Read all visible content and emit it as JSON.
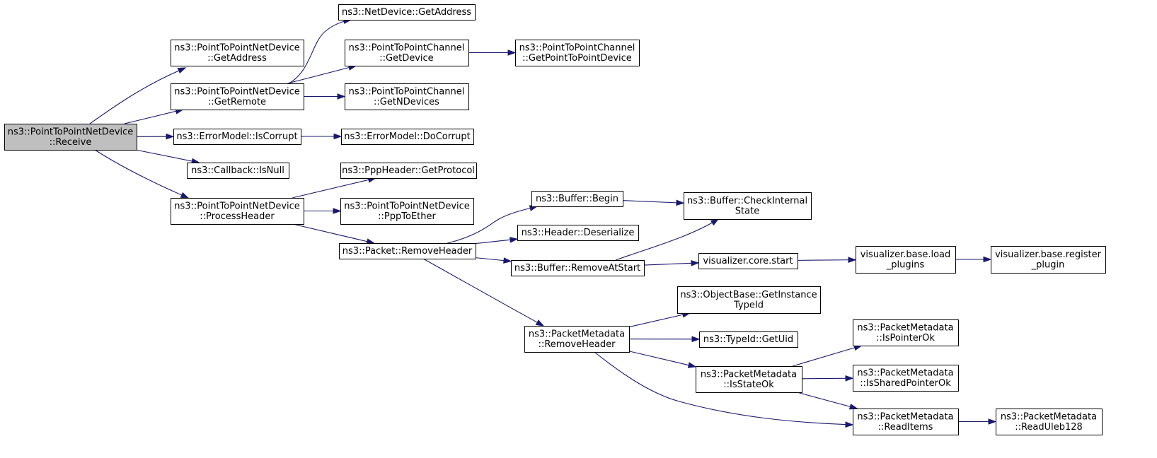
{
  "diagram": {
    "title": "",
    "colors": {
      "edge": "#191970",
      "root_fill": "#bfbfbf",
      "node_fill": "#ffffff",
      "node_border": "#000000"
    },
    "nodes": [
      {
        "id": "receive",
        "lines": [
          "ns3::PointToPointNetDevice",
          "::Receive"
        ],
        "root": true
      },
      {
        "id": "p2p_getaddress",
        "lines": [
          "ns3::PointToPointNetDevice",
          "::GetAddress"
        ]
      },
      {
        "id": "p2p_getremote",
        "lines": [
          "ns3::PointToPointNetDevice",
          "::GetRemote"
        ]
      },
      {
        "id": "err_iscorrupt",
        "lines": [
          "ns3::ErrorModel::IsCorrupt"
        ]
      },
      {
        "id": "cb_isnull",
        "lines": [
          "ns3::Callback::IsNull"
        ]
      },
      {
        "id": "p2p_processheader",
        "lines": [
          "ns3::PointToPointNetDevice",
          "::ProcessHeader"
        ]
      },
      {
        "id": "netdev_getaddress",
        "lines": [
          "ns3::NetDevice::GetAddress"
        ]
      },
      {
        "id": "chan_getdevice",
        "lines": [
          "ns3::PointToPointChannel",
          "::GetDevice"
        ]
      },
      {
        "id": "chan_getndevices",
        "lines": [
          "ns3::PointToPointChannel",
          "::GetNDevices"
        ]
      },
      {
        "id": "chan_getp2pdevice",
        "lines": [
          "ns3::PointToPointChannel",
          "::GetPointToPointDevice"
        ]
      },
      {
        "id": "err_docorrupt",
        "lines": [
          "ns3::ErrorModel::DoCorrupt"
        ]
      },
      {
        "id": "ppp_getprotocol",
        "lines": [
          "ns3::PppHeader::GetProtocol"
        ]
      },
      {
        "id": "p2p_ppptoether",
        "lines": [
          "ns3::PointToPointNetDevice",
          "::PppToEther"
        ]
      },
      {
        "id": "pkt_removeheader",
        "lines": [
          "ns3::Packet::RemoveHeader"
        ]
      },
      {
        "id": "buf_begin",
        "lines": [
          "ns3::Buffer::Begin"
        ]
      },
      {
        "id": "hdr_deserialize",
        "lines": [
          "ns3::Header::Deserialize"
        ]
      },
      {
        "id": "buf_removeatstart",
        "lines": [
          "ns3::Buffer::RemoveAtStart"
        ]
      },
      {
        "id": "buf_checkinternal",
        "lines": [
          "ns3::Buffer::CheckInternal",
          "State"
        ]
      },
      {
        "id": "viz_core_start",
        "lines": [
          "visualizer.core.start"
        ]
      },
      {
        "id": "viz_base_load",
        "lines": [
          "visualizer.base.load",
          "_plugins"
        ]
      },
      {
        "id": "viz_base_register",
        "lines": [
          "visualizer.base.register",
          "_plugin"
        ]
      },
      {
        "id": "pm_removeheader",
        "lines": [
          "ns3::PacketMetadata",
          "::RemoveHeader"
        ]
      },
      {
        "id": "ob_getinstancetypeid",
        "lines": [
          "ns3::ObjectBase::GetInstance",
          "TypeId"
        ]
      },
      {
        "id": "typeid_getuid",
        "lines": [
          "ns3::TypeId::GetUid"
        ]
      },
      {
        "id": "pm_isstateok",
        "lines": [
          "ns3::PacketMetadata",
          "::IsStateOk"
        ]
      },
      {
        "id": "pm_ispointerok",
        "lines": [
          "ns3::PacketMetadata",
          "::IsPointerOk"
        ]
      },
      {
        "id": "pm_issharedpointerok",
        "lines": [
          "ns3::PacketMetadata",
          "::IsSharedPointerOk"
        ]
      },
      {
        "id": "pm_readitems",
        "lines": [
          "ns3::PacketMetadata",
          "::ReadItems"
        ]
      },
      {
        "id": "pm_readuleb128",
        "lines": [
          "ns3::PacketMetadata",
          "::ReadUleb128"
        ]
      }
    ],
    "edges": [
      [
        "receive",
        "p2p_getaddress"
      ],
      [
        "receive",
        "p2p_getremote"
      ],
      [
        "receive",
        "err_iscorrupt"
      ],
      [
        "receive",
        "cb_isnull"
      ],
      [
        "receive",
        "p2p_processheader"
      ],
      [
        "p2p_getremote",
        "netdev_getaddress"
      ],
      [
        "p2p_getremote",
        "chan_getdevice"
      ],
      [
        "p2p_getremote",
        "chan_getndevices"
      ],
      [
        "chan_getdevice",
        "chan_getp2pdevice"
      ],
      [
        "err_iscorrupt",
        "err_docorrupt"
      ],
      [
        "p2p_processheader",
        "ppp_getprotocol"
      ],
      [
        "p2p_processheader",
        "p2p_ppptoether"
      ],
      [
        "p2p_processheader",
        "pkt_removeheader"
      ],
      [
        "pkt_removeheader",
        "buf_begin"
      ],
      [
        "pkt_removeheader",
        "hdr_deserialize"
      ],
      [
        "pkt_removeheader",
        "buf_removeatstart"
      ],
      [
        "pkt_removeheader",
        "pm_removeheader"
      ],
      [
        "buf_begin",
        "buf_checkinternal"
      ],
      [
        "buf_removeatstart",
        "buf_checkinternal"
      ],
      [
        "buf_removeatstart",
        "viz_core_start"
      ],
      [
        "viz_core_start",
        "viz_base_load"
      ],
      [
        "viz_base_load",
        "viz_base_register"
      ],
      [
        "pm_removeheader",
        "ob_getinstancetypeid"
      ],
      [
        "pm_removeheader",
        "typeid_getuid"
      ],
      [
        "pm_removeheader",
        "pm_isstateok"
      ],
      [
        "pm_removeheader",
        "pm_readitems"
      ],
      [
        "pm_isstateok",
        "pm_ispointerok"
      ],
      [
        "pm_isstateok",
        "pm_issharedpointerok"
      ],
      [
        "pm_isstateok",
        "pm_readitems"
      ],
      [
        "pm_readitems",
        "pm_readuleb128"
      ]
    ]
  }
}
